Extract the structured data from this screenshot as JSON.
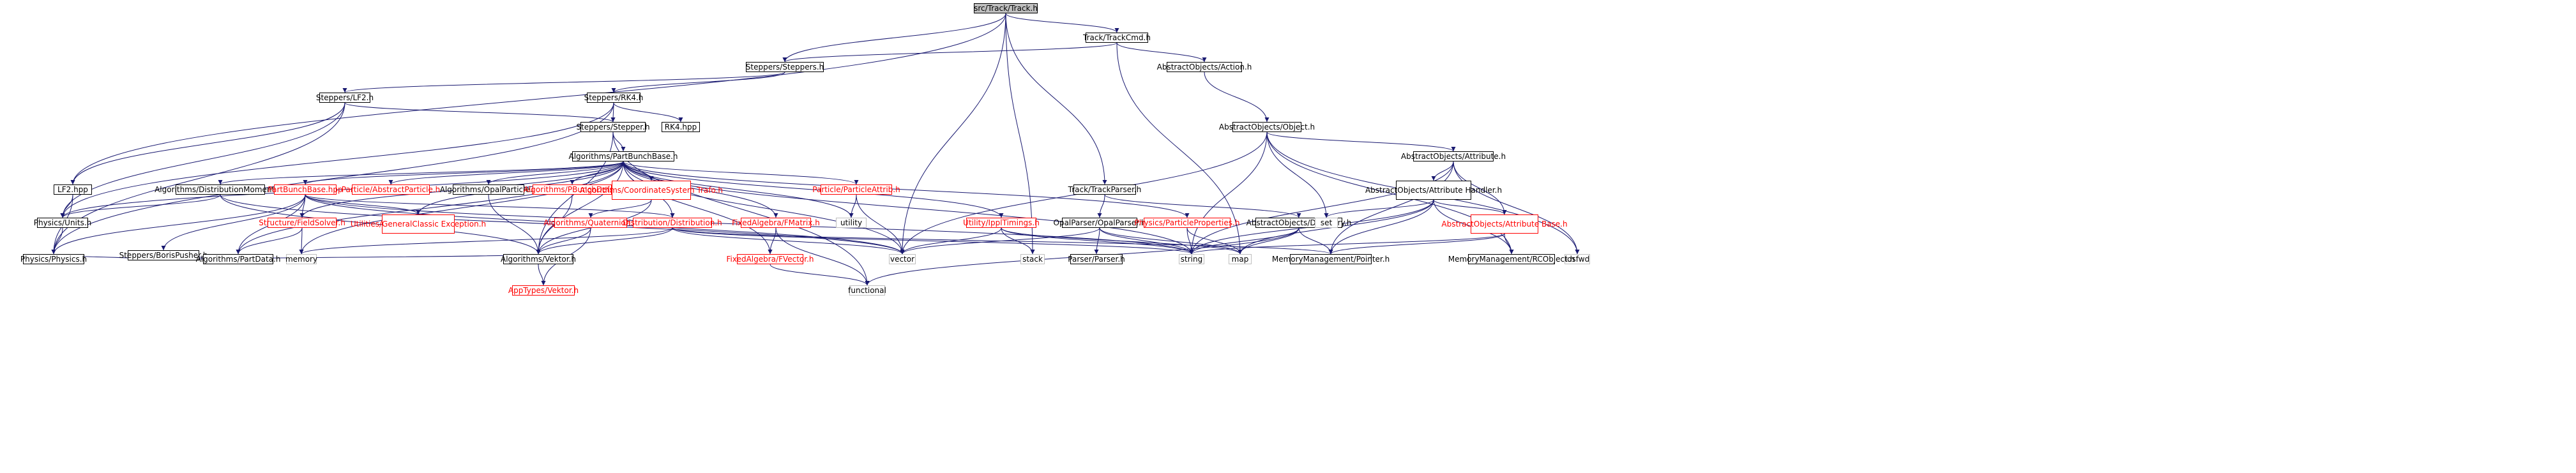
{
  "nodes": {
    "track_h": {
      "text": "src/Track/Track.h",
      "style": "root"
    },
    "trackcmd_h": {
      "text": "Track/TrackCmd.h",
      "style": "normal"
    },
    "steppers_h": {
      "text": "Steppers/Steppers.h",
      "style": "normal"
    },
    "action_h": {
      "text": "AbstractObjects/Action.h",
      "style": "normal"
    },
    "lf2_h": {
      "text": "Steppers/LF2.h",
      "style": "normal"
    },
    "rk4_h": {
      "text": "Steppers/RK4.h",
      "style": "normal"
    },
    "stepper_h": {
      "text": "Steppers/Stepper.h",
      "style": "normal"
    },
    "rk4_hpp": {
      "text": "RK4.hpp",
      "style": "normal"
    },
    "object_h": {
      "text": "AbstractObjects/Object.h",
      "style": "normal"
    },
    "partbunchbase_h": {
      "text": "Algorithms/PartBunchBase.h",
      "style": "normal"
    },
    "attribute_h": {
      "text": "AbstractObjects/Attribute.h",
      "style": "normal"
    },
    "attrhandler_h": {
      "text": "AbstractObjects/Attribute Handler.h",
      "style": "normal"
    },
    "trackparser_h": {
      "text": "Track/TrackParser.h",
      "style": "normal"
    },
    "lf2_hpp": {
      "text": "LF2.hpp",
      "style": "normal"
    },
    "distmoments_h": {
      "text": "Algorithms/DistributionMoments.h",
      "style": "normal"
    },
    "partbunchbase_hpp": {
      "text": "PartBunchBase.hpp",
      "style": "red"
    },
    "abstractparticle_h": {
      "text": "Particle/AbstractParticle.h",
      "style": "red"
    },
    "opalparticle_h": {
      "text": "Algorithms/OpalParticle.h",
      "style": "normal"
    },
    "pbunchdefs_h": {
      "text": "Algorithms/PBunchDefs.h",
      "style": "red"
    },
    "coordsystrafo_h": {
      "text": "Algorithms/CoordinateSystem Trafo.h",
      "style": "red"
    },
    "particleattrib_h": {
      "text": "Particle/ParticleAttrib.h",
      "style": "red"
    },
    "physunits_h": {
      "text": "Physics/Units.h",
      "style": "normal"
    },
    "borispusher_h": {
      "text": "Steppers/BorisPusher.h",
      "style": "normal"
    },
    "fieldsolver_h": {
      "text": "Structure/FieldSolver.h",
      "style": "red"
    },
    "genclassicexc_h": {
      "text": "Utilities/GeneralClassic Exception.h",
      "style": "red"
    },
    "quaternion_h": {
      "text": "Algorithms/Quaternion.h",
      "style": "red"
    },
    "distribution_h": {
      "text": "Distribution/Distribution.h",
      "style": "red"
    },
    "fmatrix_h": {
      "text": "FixedAlgebra/FMatrix.h",
      "style": "red"
    },
    "utility": {
      "text": "utility",
      "style": "gray"
    },
    "ippltimings_h": {
      "text": "Utility/IpplTimings.h",
      "style": "red"
    },
    "opalparser_h": {
      "text": "OpalParser/OpalParser.h",
      "style": "normal"
    },
    "particleprops_h": {
      "text": "Physics/ParticleProperties.h",
      "style": "red"
    },
    "directory_h": {
      "text": "AbstractObjects/Directory.h",
      "style": "normal"
    },
    "set": {
      "text": "set",
      "style": "gray"
    },
    "attrbase_h": {
      "text": "AbstractObjects/Attribute Base.h",
      "style": "red"
    },
    "iosfwd": {
      "text": "iosfwd",
      "style": "gray"
    },
    "physics_h": {
      "text": "Physics/Physics.h",
      "style": "normal"
    },
    "partdata_h": {
      "text": "Algorithms/PartData.h",
      "style": "normal"
    },
    "memory": {
      "text": "memory",
      "style": "gray"
    },
    "vektor_h": {
      "text": "Algorithms/Vektor.h",
      "style": "normal"
    },
    "fvector_h": {
      "text": "FixedAlgebra/FVector.h",
      "style": "red"
    },
    "vector": {
      "text": "vector",
      "style": "gray"
    },
    "stack": {
      "text": "stack",
      "style": "gray"
    },
    "parser_h": {
      "text": "Parser/Parser.h",
      "style": "normal"
    },
    "string": {
      "text": "string",
      "style": "gray"
    },
    "map": {
      "text": "map",
      "style": "gray"
    },
    "pointer_h": {
      "text": "MemoryManagement/Pointer.h",
      "style": "normal"
    },
    "rcobject_h": {
      "text": "MemoryManagement/RCObject.h",
      "style": "normal"
    },
    "apptypes_vektor_h": {
      "text": "AppTypes/Vektor.h",
      "style": "red"
    },
    "functional": {
      "text": "functional",
      "style": "gray"
    }
  },
  "edges": [
    [
      "track_h",
      "trackcmd_h"
    ],
    [
      "track_h",
      "steppers_h"
    ],
    [
      "track_h",
      "lf2_hpp"
    ],
    [
      "track_h",
      "trackparser_h"
    ],
    [
      "track_h",
      "vector"
    ],
    [
      "track_h",
      "stack"
    ],
    [
      "trackcmd_h",
      "steppers_h"
    ],
    [
      "trackcmd_h",
      "action_h"
    ],
    [
      "trackcmd_h",
      "map"
    ],
    [
      "action_h",
      "object_h"
    ],
    [
      "steppers_h",
      "lf2_h"
    ],
    [
      "steppers_h",
      "rk4_h"
    ],
    [
      "lf2_h",
      "stepper_h"
    ],
    [
      "lf2_h",
      "physunits_h"
    ],
    [
      "lf2_h",
      "physics_h"
    ],
    [
      "lf2_h",
      "lf2_hpp"
    ],
    [
      "rk4_h",
      "stepper_h"
    ],
    [
      "rk4_h",
      "rk4_hpp"
    ],
    [
      "rk4_h",
      "physunits_h"
    ],
    [
      "rk4_h",
      "physics_h"
    ],
    [
      "stepper_h",
      "partbunchbase_h"
    ],
    [
      "stepper_h",
      "vektor_h"
    ],
    [
      "stepper_h",
      "functional"
    ],
    [
      "object_h",
      "attribute_h"
    ],
    [
      "object_h",
      "rcobject_h"
    ],
    [
      "object_h",
      "set"
    ],
    [
      "object_h",
      "iosfwd"
    ],
    [
      "object_h",
      "string"
    ],
    [
      "object_h",
      "vector"
    ],
    [
      "attribute_h",
      "attrhandler_h"
    ],
    [
      "attribute_h",
      "attrbase_h"
    ],
    [
      "attribute_h",
      "pointer_h"
    ],
    [
      "attribute_h",
      "string"
    ],
    [
      "attribute_h",
      "iosfwd"
    ],
    [
      "attrhandler_h",
      "attrbase_h"
    ],
    [
      "attrhandler_h",
      "pointer_h"
    ],
    [
      "attrhandler_h",
      "rcobject_h"
    ],
    [
      "attrhandler_h",
      "set"
    ],
    [
      "attrhandler_h",
      "string"
    ],
    [
      "attrhandler_h",
      "map"
    ],
    [
      "attrbase_h",
      "pointer_h"
    ],
    [
      "attrbase_h",
      "rcobject_h"
    ],
    [
      "attrbase_h",
      "string"
    ],
    [
      "trackparser_h",
      "opalparser_h"
    ],
    [
      "trackparser_h",
      "directory_h"
    ],
    [
      "opalparser_h",
      "parser_h"
    ],
    [
      "opalparser_h",
      "string"
    ],
    [
      "opalparser_h",
      "vector"
    ],
    [
      "opalparser_h",
      "map"
    ],
    [
      "directory_h",
      "pointer_h"
    ],
    [
      "directory_h",
      "string"
    ],
    [
      "directory_h",
      "map"
    ],
    [
      "directory_h",
      "functional"
    ],
    [
      "lf2_hpp",
      "physunits_h"
    ],
    [
      "lf2_hpp",
      "physics_h"
    ],
    [
      "partbunchbase_h",
      "distmoments_h"
    ],
    [
      "partbunchbase_h",
      "partbunchbase_hpp"
    ],
    [
      "partbunchbase_h",
      "abstractparticle_h"
    ],
    [
      "partbunchbase_h",
      "opalparticle_h"
    ],
    [
      "partbunchbase_h",
      "pbunchdefs_h"
    ],
    [
      "partbunchbase_h",
      "coordsystrafo_h"
    ],
    [
      "partbunchbase_h",
      "particleattrib_h"
    ],
    [
      "partbunchbase_h",
      "physunits_h"
    ],
    [
      "partbunchbase_h",
      "fieldsolver_h"
    ],
    [
      "partbunchbase_h",
      "genclassicexc_h"
    ],
    [
      "partbunchbase_h",
      "distribution_h"
    ],
    [
      "partbunchbase_h",
      "fmatrix_h"
    ],
    [
      "partbunchbase_h",
      "ippltimings_h"
    ],
    [
      "partbunchbase_h",
      "particleprops_h"
    ],
    [
      "partbunchbase_h",
      "utility"
    ],
    [
      "partbunchbase_h",
      "vektor_h"
    ],
    [
      "partbunchbase_h",
      "partdata_h"
    ],
    [
      "partbunchbase_h",
      "vector"
    ],
    [
      "partbunchbase_h",
      "string"
    ],
    [
      "partbunchbase_h",
      "memory"
    ],
    [
      "partbunchbase_h",
      "fvector_h"
    ],
    [
      "distmoments_h",
      "vektor_h"
    ],
    [
      "distmoments_h",
      "vector"
    ],
    [
      "distmoments_h",
      "physunits_h"
    ],
    [
      "partbunchbase_hpp",
      "borispusher_h"
    ],
    [
      "partbunchbase_hpp",
      "fieldsolver_h"
    ],
    [
      "partbunchbase_hpp",
      "genclassicexc_h"
    ],
    [
      "partbunchbase_hpp",
      "distribution_h"
    ],
    [
      "partbunchbase_hpp",
      "physics_h"
    ],
    [
      "partbunchbase_hpp",
      "partdata_h"
    ],
    [
      "partbunchbase_hpp",
      "vector"
    ],
    [
      "partbunchbase_hpp",
      "string"
    ],
    [
      "opalparticle_h",
      "vektor_h"
    ],
    [
      "pbunchdefs_h",
      "vektor_h"
    ],
    [
      "coordsystrafo_h",
      "quaternion_h"
    ],
    [
      "coordsystrafo_h",
      "vektor_h"
    ],
    [
      "particleattrib_h",
      "utility"
    ],
    [
      "particleattrib_h",
      "vector"
    ],
    [
      "physunits_h",
      "physics_h"
    ],
    [
      "borispusher_h",
      "partdata_h"
    ],
    [
      "borispusher_h",
      "physics_h"
    ],
    [
      "borispusher_h",
      "vektor_h"
    ],
    [
      "fieldsolver_h",
      "partdata_h"
    ],
    [
      "fieldsolver_h",
      "memory"
    ],
    [
      "quaternion_h",
      "vektor_h"
    ],
    [
      "quaternion_h",
      "apptypes_vektor_h"
    ],
    [
      "distribution_h",
      "vektor_h"
    ],
    [
      "distribution_h",
      "memory"
    ],
    [
      "distribution_h",
      "vector"
    ],
    [
      "distribution_h",
      "string"
    ],
    [
      "distribution_h",
      "pointer_h"
    ],
    [
      "fmatrix_h",
      "fvector_h"
    ],
    [
      "fmatrix_h",
      "functional"
    ],
    [
      "fvector_h",
      "functional"
    ],
    [
      "ippltimings_h",
      "stack"
    ],
    [
      "ippltimings_h",
      "string"
    ],
    [
      "ippltimings_h",
      "map"
    ],
    [
      "ippltimings_h",
      "vector"
    ],
    [
      "particleprops_h",
      "string"
    ],
    [
      "particleprops_h",
      "map"
    ],
    [
      "vektor_h",
      "apptypes_vektor_h"
    ]
  ]
}
